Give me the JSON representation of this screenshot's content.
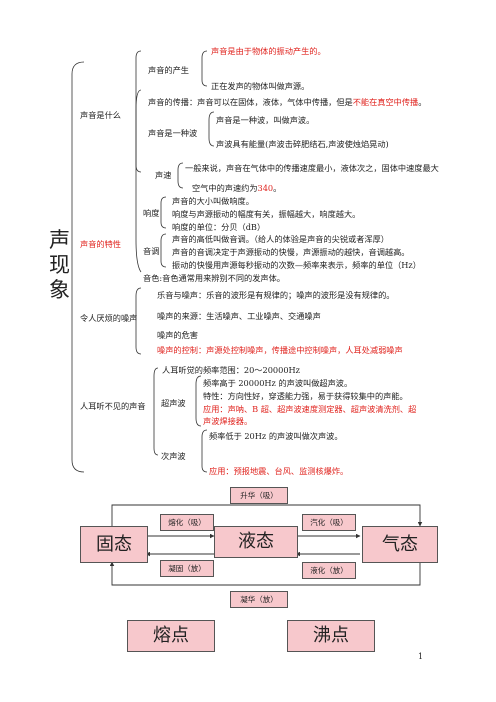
{
  "title": "声现象",
  "sections": {
    "origin": {
      "label": "声音是什么",
      "produce_label": "声音的产生",
      "produce_1": "声音是由于物体的振动产生的。",
      "produce_2": "正在发声的物体叫做声源。",
      "spread_prefix": "声音的传播：声音可以在固体，液体，气体中传播，但是",
      "spread_red": "不能在真空中传播",
      "spread_suffix": "。",
      "wave_label": "声音是一种波",
      "wave_1": "声音是一种波，叫做声波。",
      "wave_2": "声波具有能量(声波击碎肥结石,声波使烛焰晃动)",
      "speed_label": "声速",
      "speed_1": "一般来说，声音在气体中的传播速度最小，液体次之，固体中速度最大",
      "speed_2_prefix": "空气中的声速约为",
      "speed_2_red": "340",
      "speed_2_suffix": "。"
    },
    "props": {
      "label": "声音的特性",
      "loud_label": "响度",
      "loud_1": "声音的大小叫做响度。",
      "loud_2": "响度与声源振动的幅度有关，振幅越大，响度越大。",
      "loud_3": "响度的单位：分贝（dB）",
      "pitch_label": "音调",
      "pitch_1": "声音的高低叫做音调。（给人的体验是声音的尖锐或者浑厚）",
      "pitch_2": "声音的音调决定于声源振动的快慢，声源振动的越快，音调越高。",
      "pitch_3": "振动的快慢用声源每秒振动的次数—频率来表示，频率的单位（Hz）",
      "timbre": "音色:音色通常用来辨别不同的发声体。"
    },
    "noise": {
      "label": "令人厌烦的噪声",
      "n1": "乐音与噪声：乐音的波形是有规律的；噪声的波形是没有规律的。",
      "n2": "噪声的来源：生活噪声、工业噪声、交通噪声",
      "n3": "噪声的危害",
      "n4": "噪声的控制：声源处控制噪声，传播途中控制噪声，人耳处减弱噪声"
    },
    "inaudible": {
      "label": "人耳听不见的声音",
      "range": "人耳听觉的频率范围：20～20000Hz",
      "ultra_label": "超声波",
      "ultra_1": "频率高于 20000Hz 的声波叫做超声波。",
      "ultra_2": "特性：方向性好，穿透能力强，易于获得较集中的声能。",
      "ultra_3": "应用：声呐、B 超、超声波速度测定器、超声波清洗剂、超",
      "ultra_4": "声波焊接器。",
      "infra_label": "次声波",
      "infra_1": "频率低于 20Hz 的声波叫做次声波。",
      "infra_2": "应用：预报地震、台风、监测核爆炸。"
    }
  },
  "phase": {
    "solid": "固态",
    "liquid": "液态",
    "gas": "气态",
    "sublimation": "升华（吸）",
    "deposition": "凝华（放）",
    "melting": "熔化（吸）",
    "freezing": "凝固（放）",
    "vaporization": "汽化（吸）",
    "liquefaction": "液化（放）"
  },
  "points": {
    "melting_point": "熔点",
    "boiling_point": "沸点"
  },
  "page_number": "1",
  "colors": {
    "red": "#e0231e",
    "box": "#f7c8cc"
  }
}
